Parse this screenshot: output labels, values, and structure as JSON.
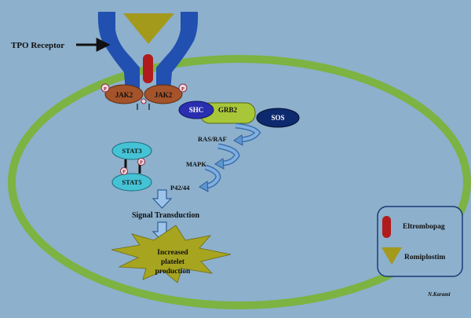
{
  "receptor": {
    "label": "TPO Receptor"
  },
  "jak": {
    "left": "JAK2",
    "right": "JAK2",
    "phospho": "P"
  },
  "adapters": {
    "shc": "SHC",
    "grb2": "GRB2",
    "sos": "SOS"
  },
  "cascade": {
    "ras_raf": "RAS/RAF",
    "mapk": "MAPK",
    "p42_44": "P42/44"
  },
  "stat": {
    "top": "STAT3",
    "bottom": "STAT5",
    "phospho": "P"
  },
  "outcome": {
    "signal": "Signal Transduction",
    "line1": "Increased",
    "line2": "platelet",
    "line3": "production"
  },
  "legend": {
    "eltrombopag": "Eltrombopag",
    "romiplostim": "Romiplostim"
  },
  "signature": "N.Karami",
  "colors": {
    "background": "#8db0cc",
    "membrane": "#7cb342",
    "receptor": "#2150b0",
    "romiplostim": "#a39a1c",
    "eltrombopag": "#b01c1c",
    "jak": "#a4532a",
    "shc": "#2a2fb0",
    "grb2": "#a8c738",
    "sos": "#0d2a6e",
    "stat": "#45c3d6",
    "arrow": "#4d86c8",
    "burst": "#a7a420"
  }
}
